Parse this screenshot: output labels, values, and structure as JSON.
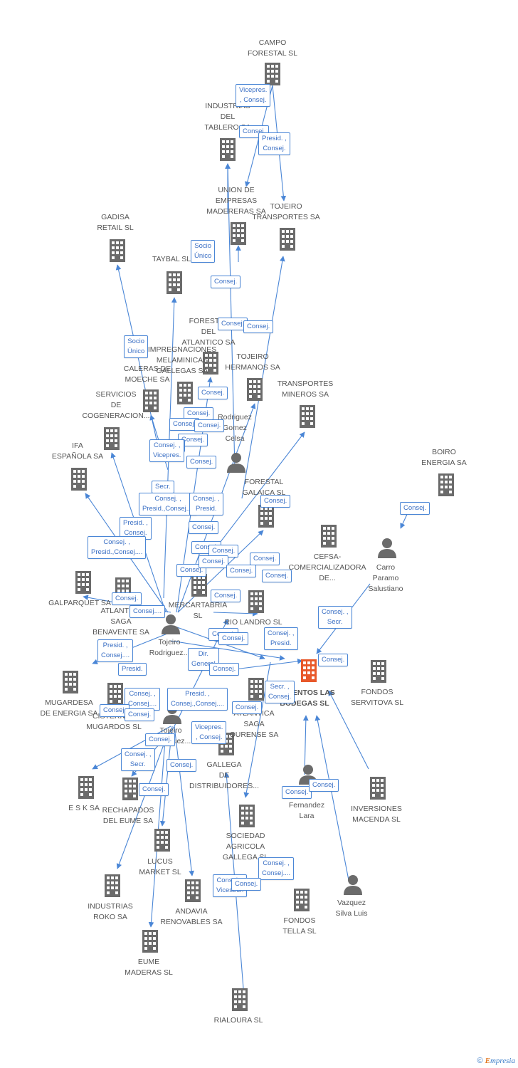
{
  "colors": {
    "edge": "#4a86d6",
    "company": "#6b6b6b",
    "person": "#6b6b6b",
    "focus": "#e8582a"
  },
  "focus_company": "ALIMENTOS LAS BODEGAS SL",
  "footer": {
    "copyright": "©",
    "brand_e": "E",
    "brand_rest": "mpresia"
  },
  "nodes": [
    {
      "id": "campo",
      "kind": "company",
      "label": "CAMPO\nFORESTAL SL"
    },
    {
      "id": "industrias_tablero",
      "kind": "company",
      "label": "INDUSTRIAS\nDEL\nTABLERO SA"
    },
    {
      "id": "union",
      "kind": "company",
      "label": "UNION DE\nEMPRESAS\nMADERERAS SA"
    },
    {
      "id": "tojeiro_tr",
      "kind": "company",
      "label": "TOJEIRO\nTRANSPORTES SA"
    },
    {
      "id": "gadisa",
      "kind": "company",
      "label": "GADISA\nRETAIL SL"
    },
    {
      "id": "taybal",
      "kind": "company",
      "label": "TAYBAL SL"
    },
    {
      "id": "forestal_atl",
      "kind": "company",
      "label": "FORESTAL\nDEL\nATLANTICO SA"
    },
    {
      "id": "impregnaciones",
      "kind": "company",
      "label": "IMPREGNACIONES\nMELAMINICAS\nGALLEGAS SA"
    },
    {
      "id": "tojeiro_hnos",
      "kind": "company",
      "label": "TOJEIRO\nHERMANOS SA"
    },
    {
      "id": "caleras",
      "kind": "company",
      "label": "CALERAS DE\nMOECHE SA"
    },
    {
      "id": "transportes_min",
      "kind": "company",
      "label": "TRANSPORTES\nMINEROS SA"
    },
    {
      "id": "servicios_cog",
      "kind": "company",
      "label": "SERVICIOS\nDE\nCOGENERACION..."
    },
    {
      "id": "ifa",
      "kind": "company",
      "label": "IFA\nESPAÑOLA SA"
    },
    {
      "id": "boiro",
      "kind": "company",
      "label": "BOIRO\nENERGIA SA"
    },
    {
      "id": "forestal_galaica",
      "kind": "company",
      "label": "FORESTAL\nGALAICA SL"
    },
    {
      "id": "cefsa",
      "kind": "company",
      "label": "CEFSA-\nCOMERCIALIZADORA\nDE..."
    },
    {
      "id": "galparquet",
      "kind": "company",
      "label": "GALPARQUET SA"
    },
    {
      "id": "atlantica_benavente",
      "kind": "company",
      "label": "ATLANTICA\nSAGA\nBENAVENTE SA"
    },
    {
      "id": "mercartabria",
      "kind": "company",
      "label": "MERCARTABRIA\nSL"
    },
    {
      "id": "rio_landro",
      "kind": "company",
      "label": "RIO LANDRO SL"
    },
    {
      "id": "alimentos",
      "kind": "focus",
      "label": "ALIMENTOS LAS\nBODEGAS SL"
    },
    {
      "id": "fondos_servitova",
      "kind": "company",
      "label": "FONDOS\nSERVITOVA SL"
    },
    {
      "id": "mugardesa",
      "kind": "company",
      "label": "MUGARDESA\nDE ENERGIA SA"
    },
    {
      "id": "cisternas",
      "kind": "company",
      "label": "CISTERNAS\nMUGARDOS SL"
    },
    {
      "id": "atlantica_ourense",
      "kind": "company",
      "label": "ATLANTICA\nSAGA\nOURENSE SA"
    },
    {
      "id": "gallega_dist",
      "kind": "company",
      "label": "GALLEGA\nDE\nDISTRIBUIDORES..."
    },
    {
      "id": "esk",
      "kind": "company",
      "label": "E S K SA"
    },
    {
      "id": "rechapados",
      "kind": "company",
      "label": "RECHAPADOS\nDEL EUME SA"
    },
    {
      "id": "inversiones_macenda",
      "kind": "company",
      "label": "INVERSIONES\nMACENDA SL"
    },
    {
      "id": "sociedad_agricola",
      "kind": "company",
      "label": "SOCIEDAD\nAGRICOLA\nGALLEGA SL"
    },
    {
      "id": "lucus",
      "kind": "company",
      "label": "LUCUS\nMARKET SL"
    },
    {
      "id": "industrias_roko",
      "kind": "company",
      "label": "INDUSTRIAS\nROKO SA"
    },
    {
      "id": "andavia",
      "kind": "company",
      "label": "ANDAVIA\nRENOVABLES SA"
    },
    {
      "id": "fondos_tella",
      "kind": "company",
      "label": "FONDOS\nTELLA SL"
    },
    {
      "id": "eume_maderas",
      "kind": "company",
      "label": "EUME\nMADERAS SL"
    },
    {
      "id": "rialoura",
      "kind": "company",
      "label": "RIALOURA SL"
    },
    {
      "id": "p_rodriguez",
      "kind": "person",
      "label": "Rodriguez\nGomez\nCelsa"
    },
    {
      "id": "p_tojeiro1",
      "kind": "person",
      "label": "Tojeiro\nRodriguez..."
    },
    {
      "id": "p_tojeiro2",
      "kind": "person",
      "label": "Tojeiro\nRodriguez..."
    },
    {
      "id": "p_carro",
      "kind": "person",
      "label": "Carro\nParamo\nSalustiano"
    },
    {
      "id": "p_fernandez",
      "kind": "person",
      "label": "Fernandez\nLara"
    },
    {
      "id": "p_vazquez",
      "kind": "person",
      "label": "Vazquez\nSilva Luis"
    }
  ],
  "role_boxes": [
    "Vicepres.\n, Consej.",
    "Consej.",
    "Presid. ,\nConsej.",
    "Socio\nÚnico",
    "Consej.",
    "Consej.",
    "Consej.",
    "Socio\nÚnico",
    "Consej.",
    "Consej.",
    "Consej.",
    "Consej.",
    "Consej.",
    "Consej.",
    "Consej.",
    "Consej. ,\nVicepres.",
    "Consej.",
    "Secr.",
    "Presid. ,",
    "Consej. ,\nPresid.,Consej....",
    "Consej. ,\nPresid.",
    "Consej.",
    "Presid. ,\nConsej.",
    "Consej. ,\nPresid.,Consej....",
    "Consej.",
    "Consej.",
    "Consej.",
    "Consej.",
    "Consej.",
    "Consej.",
    "Consej.",
    "Consej.",
    "Consej....",
    "Consej.",
    "Consej. ,\nSecr.",
    "Consej.",
    "Consej. ,\nPresid.",
    "Presid. ,\nConsej....",
    "Presid.",
    "Dir.\nGeneral",
    "Consej.",
    "Consej.",
    "Consej.",
    "Consej.",
    "Secr. ,\nConsej.",
    "Consej. ,\nConsej....",
    "Consej.",
    "Presid. ,\nConsej.,Consej....",
    "Consej.",
    "Vicepres.\n, Consej.",
    "Consej.",
    "Consej.",
    "Consej.",
    "Consej. ,\nSecr.",
    "Consej.",
    "Consej.",
    "Consej.",
    "Consej. ,\nConsej....",
    "Consej. ,\nVicesecr.",
    "Consej."
  ]
}
